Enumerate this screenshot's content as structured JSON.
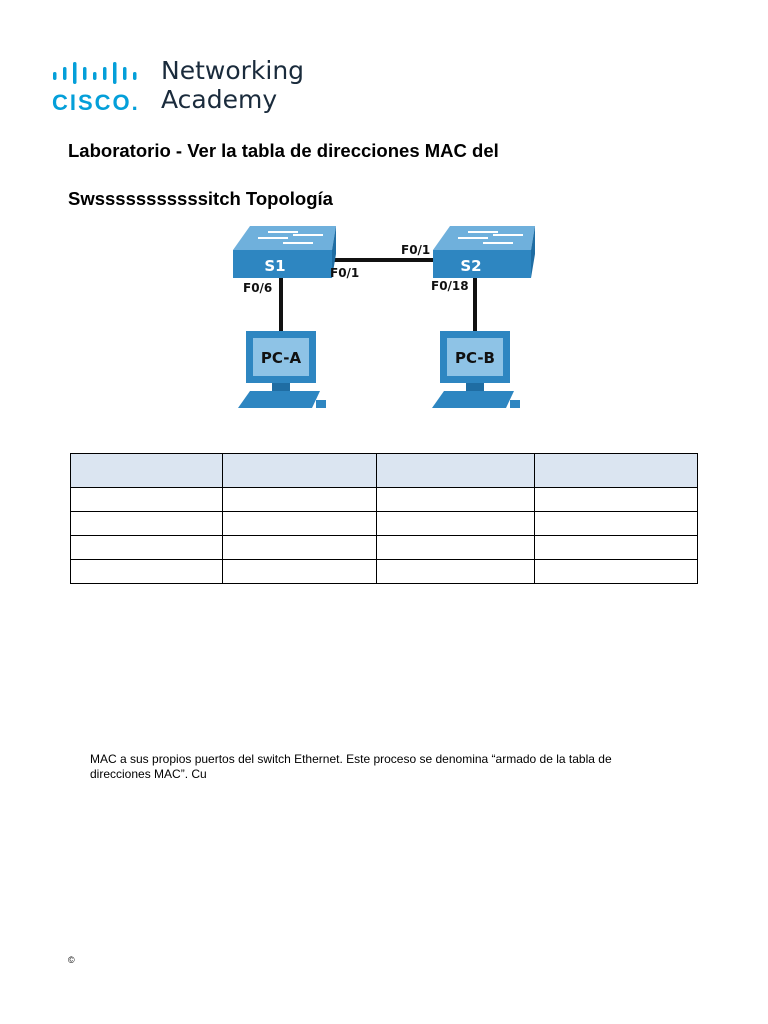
{
  "logo": {
    "brand": "CISCO.",
    "line1": "Networking",
    "line2": "Academy",
    "color": "#049fd9"
  },
  "title": {
    "line1": "Laboratorio - Ver la tabla de direcciones MAC del",
    "line2": "Swsssssssssssitch Topología"
  },
  "topology": {
    "switch1": "S1",
    "switch2": "S2",
    "pc1": "PC-A",
    "pc2": "PC-B",
    "port_s1_uplink": "F0/1",
    "port_s2_uplink": "F0/1",
    "port_s1_pc": "F0/6",
    "port_s2_pc": "F0/18",
    "device_color": "#2e86c1"
  },
  "table": {
    "header_color": "#dbe5f1",
    "headers": [
      "",
      "",
      "",
      ""
    ],
    "rows": [
      [
        "",
        "",
        "",
        ""
      ],
      [
        "",
        "",
        "",
        ""
      ],
      [
        "",
        "",
        "",
        ""
      ],
      [
        "",
        "",
        "",
        ""
      ]
    ]
  },
  "body_text": "MAC a sus propios puertos del switch Ethernet. Este proceso se denomina “armado de la tabla de direcciones MAC”. Cu",
  "footer": {
    "copyright": "©"
  }
}
